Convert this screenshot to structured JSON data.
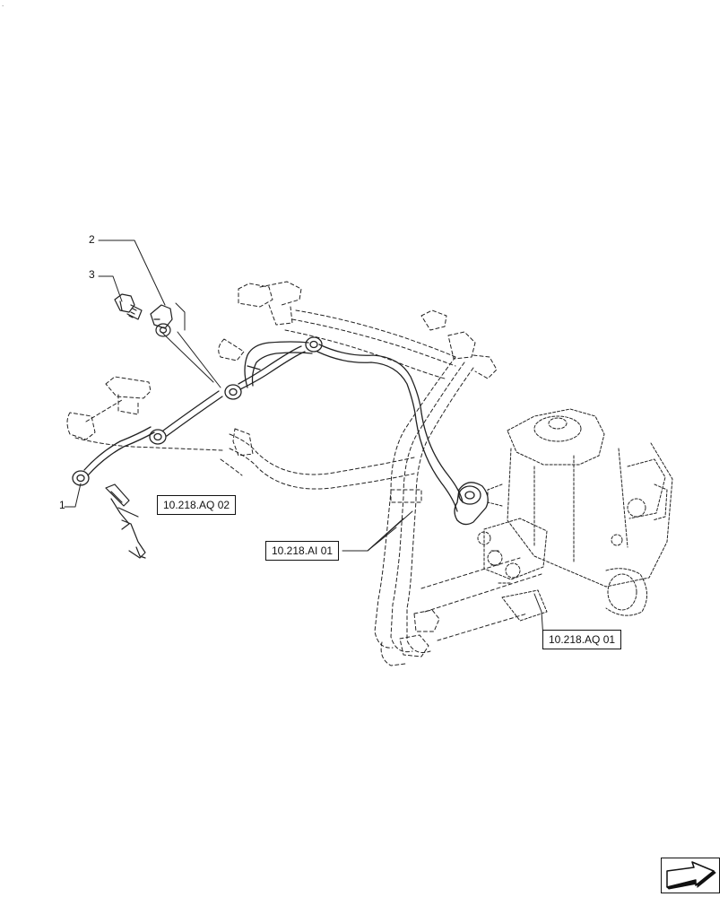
{
  "callouts": {
    "item_1": "1",
    "item_2": "2",
    "item_3": "3"
  },
  "references": {
    "injector": "10.218.AQ 02",
    "pipes": "10.218.AI 01",
    "pump": "10.218.AQ 01"
  },
  "nav": {
    "icon": "next-page-arrow-icon"
  },
  "corner_mark": "."
}
